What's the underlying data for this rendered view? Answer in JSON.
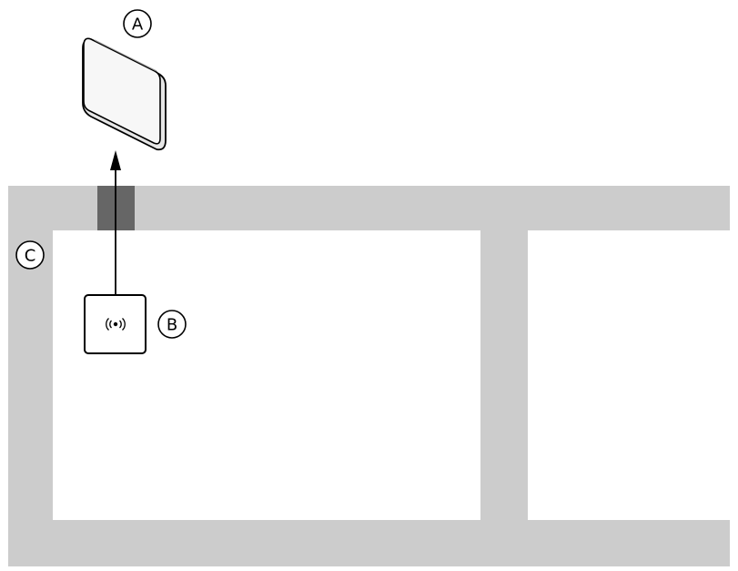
{
  "diagram": {
    "labels": {
      "a": "A",
      "b": "B",
      "c": "C"
    },
    "icons": {
      "receiver": "thermostat-receiver-icon",
      "transmitter": "wireless-transmitter-icon",
      "signal": "radio-signal-icon"
    },
    "colors": {
      "wall": "#cccccc",
      "penetration": "#666666",
      "line": "#000000",
      "background": "#ffffff"
    }
  }
}
